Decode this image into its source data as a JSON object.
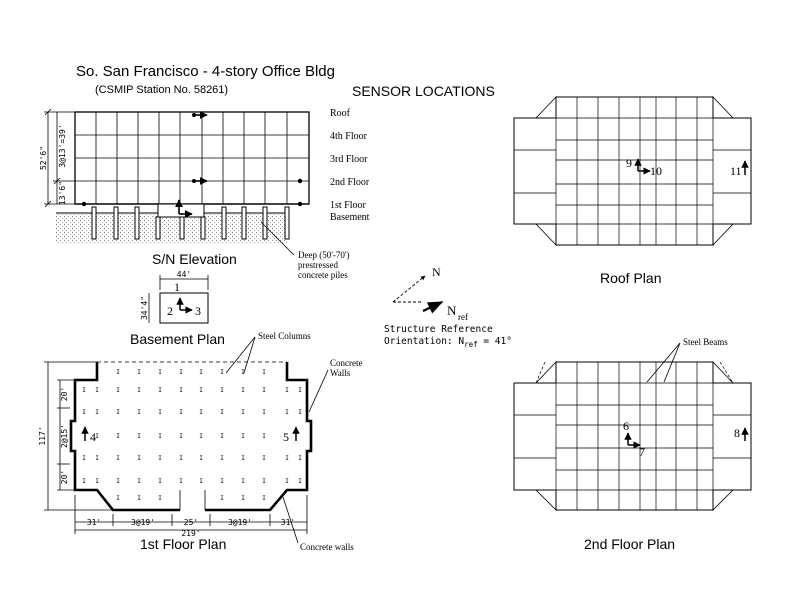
{
  "header": {
    "title": "So. San Francisco - 4-story Office Bldg",
    "station": "(CSMIP Station No. 58261)",
    "sensor_heading": "SENSOR LOCATIONS"
  },
  "elevation": {
    "caption": "S/N Elevation",
    "levels": [
      "Roof",
      "4th Floor",
      "3rd Floor",
      "2nd Floor",
      "1st Floor",
      "Basement"
    ],
    "dim_total": "52'6\"",
    "dim_upper": "3@13'=39'",
    "dim_lower": "13'6\"",
    "pile_note": [
      "Deep (50'-70')",
      "prestressed",
      "concrete piles"
    ]
  },
  "basement_plan": {
    "caption": "Basement Plan",
    "dim_width": "44'",
    "dim_depth": "34'4\"",
    "sensors": [
      "1",
      "2",
      "3"
    ]
  },
  "first_floor_plan": {
    "caption": "1st Floor Plan",
    "label_columns": "Steel Columns",
    "label_walls_top": [
      "Concrete",
      "Walls"
    ],
    "label_walls_bottom": "Concrete walls",
    "dim_total_height": "117'",
    "dim_top": "20'",
    "dim_mid": "2@15'",
    "dim_bottom": "20'",
    "bottom_dims": [
      "31'",
      "3@19'",
      "25'",
      "3@19'",
      "31'"
    ],
    "dim_total_width": "219'",
    "sensors": [
      "4",
      "5"
    ]
  },
  "orientation": {
    "north_label": "N",
    "nref_label": "N",
    "nref_sub": "ref",
    "line1": "Structure Reference",
    "line2_a": "Orientation: N",
    "line2_sub": "ref",
    "line2_b": " = 41°"
  },
  "roof_plan": {
    "caption": "Roof Plan",
    "sensors": [
      "9",
      "10",
      "11"
    ]
  },
  "second_floor_plan": {
    "caption": "2nd Floor Plan",
    "label_beams": "Steel Beams",
    "sensors": [
      "6",
      "7",
      "8"
    ]
  }
}
